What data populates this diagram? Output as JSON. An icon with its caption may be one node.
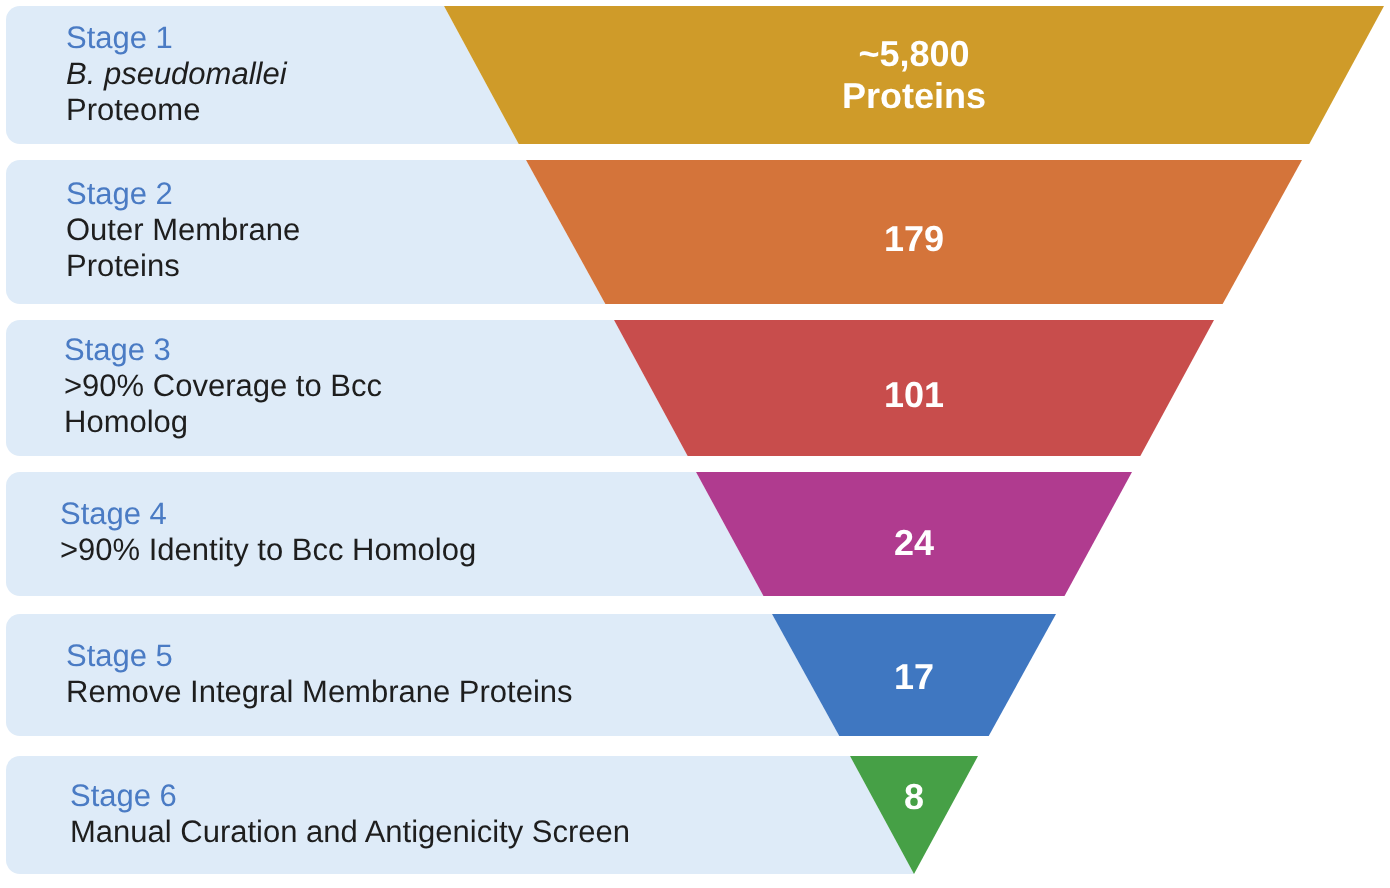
{
  "diagram": {
    "nodes": [
      {
        "text": [
          "Stage 1",
          "*B. pseudomallei* Proteome"
        ]
      },
      {
        "text": [
          "~5,800 Proteins"
        ]
      },
      {
        "text": [
          "Stage 2",
          "Outer Membrane Proteins"
        ]
      },
      {
        "text": [
          "179"
        ]
      },
      {
        "text": [
          "Stage 3",
          ">90% Coverage to Bcc Homolog"
        ]
      },
      {
        "text": [
          "101"
        ]
      },
      {
        "text": [
          "Stage 4",
          ">90% Identity to Bcc Homolog"
        ]
      },
      {
        "text": [
          "24"
        ]
      },
      {
        "text": [
          "Stage 5",
          "Remove Integral Membrane Proteins"
        ]
      },
      {
        "text": [
          "17"
        ]
      },
      {
        "text": [
          "Stage 6",
          "Manual Curation and Antigenicity Screen"
        ]
      },
      {
        "text": [
          "8"
        ]
      }
    ]
  }
}
